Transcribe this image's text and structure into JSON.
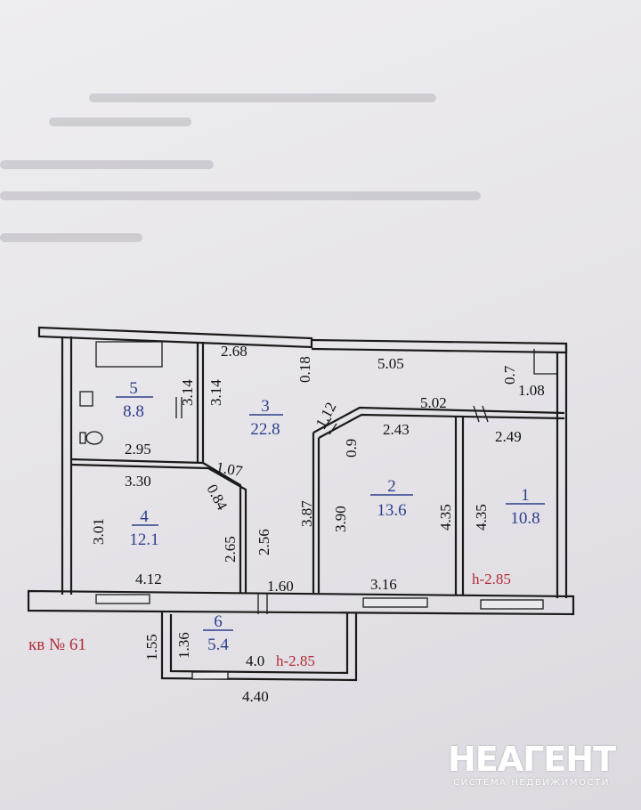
{
  "apartment_label": "кв № 61",
  "ceiling_labels": [
    "h-2.85",
    "h-2.85"
  ],
  "rooms": [
    {
      "id": "room-1",
      "number": "1",
      "area": "10.8"
    },
    {
      "id": "room-2",
      "number": "2",
      "area": "13.6"
    },
    {
      "id": "room-3",
      "number": "3",
      "area": "22.8"
    },
    {
      "id": "room-4",
      "number": "4",
      "area": "12.1"
    },
    {
      "id": "room-5",
      "number": "5",
      "area": "8.8"
    },
    {
      "id": "room-6",
      "number": "6",
      "area": "5.4"
    }
  ],
  "dimensions": {
    "d_2_68": "2.68",
    "d_0_18": "0.18",
    "d_5_05": "5.05",
    "d_0_7": "0.7",
    "d_1_08": "1.08",
    "d_3_14_a": "3.14",
    "d_3_14_b": "3.14",
    "d_1_12": "1.12",
    "d_5_02": "5.02",
    "d_0_9": "0.9",
    "d_2_43": "2.43",
    "d_2_49": "2.49",
    "d_2_95": "2.95",
    "d_1_07": "1.07",
    "d_3_30": "3.30",
    "d_0_84": "0.84",
    "d_3_01": "3.01",
    "d_2_65": "2.65",
    "d_2_56": "2.56",
    "d_3_87": "3.87",
    "d_3_90": "3.90",
    "d_4_35_a": "4.35",
    "d_4_35_b": "4.35",
    "d_4_12": "4.12",
    "d_1_60": "1.60",
    "d_3_16": "3.16",
    "d_1_55": "1.55",
    "d_1_36": "1.36",
    "d_4_0": "4.0",
    "d_4_40": "4.40"
  },
  "watermark": {
    "brand": "НЕАГЕНТ",
    "tagline": "СИСТЕМА НЕДВИЖИМОСТИ"
  }
}
